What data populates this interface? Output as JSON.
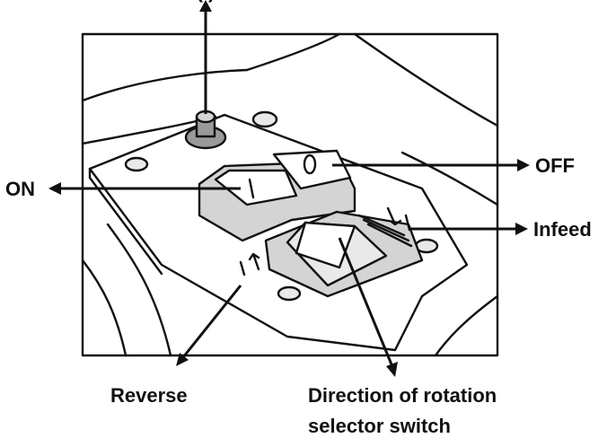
{
  "labels": {
    "top_partial": "( )",
    "on": "ON",
    "off": "OFF",
    "infeed": "Infeed",
    "reverse": "Reverse",
    "direction_line1": "Direction of rotation",
    "direction_line2": "selector switch"
  },
  "colors": {
    "ink": "#111111",
    "background": "#ffffff"
  }
}
